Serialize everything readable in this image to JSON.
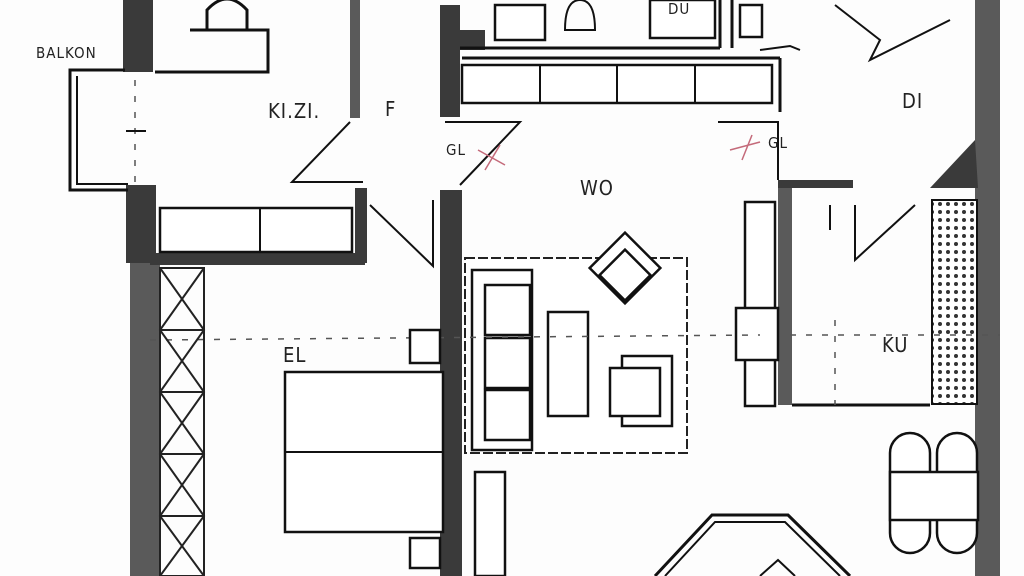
{
  "plan": {
    "rooms": {
      "balcony": "BALKON",
      "kids_room": "KI.ZI.",
      "hallway": "F",
      "living": "WO",
      "shower": "DU",
      "dining": "DI",
      "kitchen": "KU",
      "parents": "EL"
    },
    "annotations": {
      "glass_left": "GL",
      "glass_right": "GL"
    },
    "colors": {
      "wall": "#3a3a3a",
      "line": "#111111",
      "mark": "#c46a7a"
    }
  }
}
